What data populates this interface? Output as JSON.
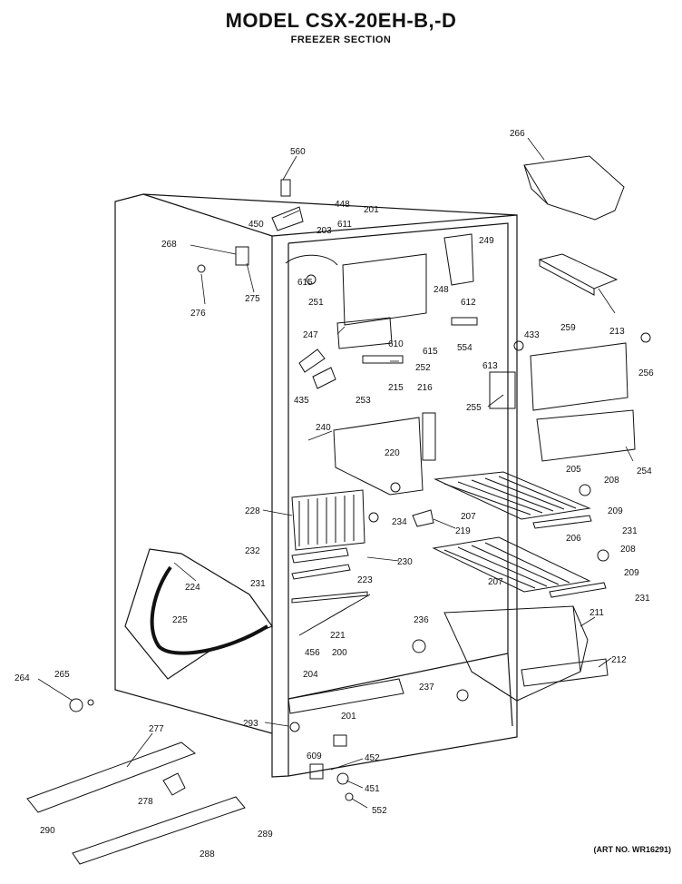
{
  "header": {
    "title": "MODEL CSX-20EH-B,-D",
    "subtitle": "FREEZER SECTION",
    "art_no": "(ART NO. WR16291)"
  },
  "callouts": [
    "560",
    "448",
    "450",
    "203",
    "611",
    "201",
    "266",
    "268",
    "249",
    "275",
    "615",
    "276",
    "251",
    "248",
    "612",
    "213",
    "247",
    "610",
    "615",
    "554",
    "433",
    "259",
    "256",
    "613",
    "435",
    "252",
    "253",
    "215",
    "216",
    "255",
    "240",
    "254",
    "220",
    "205",
    "208",
    "228",
    "234",
    "207",
    "219",
    "209",
    "231",
    "232",
    "230",
    "206",
    "208",
    "224",
    "231",
    "223",
    "207",
    "209",
    "231",
    "225",
    "211",
    "221",
    "200",
    "236",
    "456",
    "212",
    "264",
    "265",
    "204",
    "237",
    "201",
    "293",
    "277",
    "609",
    "452",
    "278",
    "451",
    "290",
    "552",
    "289",
    "288"
  ]
}
